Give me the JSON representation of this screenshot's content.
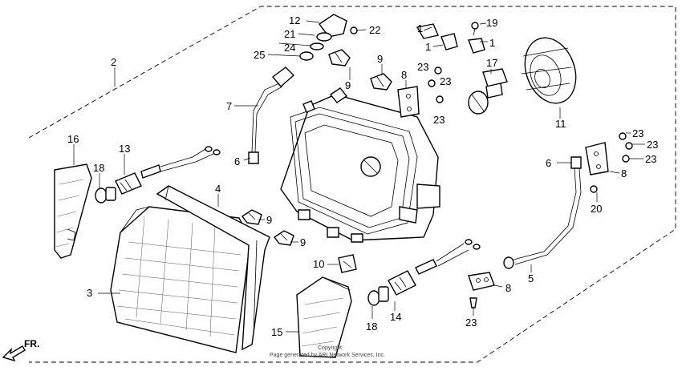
{
  "diagram": {
    "callouts": [
      {
        "id": "c1a",
        "text": "1"
      },
      {
        "id": "c1b",
        "text": "1"
      },
      {
        "id": "c1c",
        "text": "1"
      },
      {
        "id": "c2",
        "text": "2"
      },
      {
        "id": "c3",
        "text": "3"
      },
      {
        "id": "c4",
        "text": "4"
      },
      {
        "id": "c5",
        "text": "5"
      },
      {
        "id": "c6a",
        "text": "6"
      },
      {
        "id": "c6b",
        "text": "6"
      },
      {
        "id": "c7",
        "text": "7"
      },
      {
        "id": "c8a",
        "text": "8"
      },
      {
        "id": "c8b",
        "text": "8"
      },
      {
        "id": "c8c",
        "text": "8"
      },
      {
        "id": "c9a",
        "text": "9"
      },
      {
        "id": "c9b",
        "text": "9"
      },
      {
        "id": "c9c",
        "text": "9"
      },
      {
        "id": "c9d",
        "text": "9"
      },
      {
        "id": "c10",
        "text": "10"
      },
      {
        "id": "c11",
        "text": "11"
      },
      {
        "id": "c12",
        "text": "12"
      },
      {
        "id": "c13",
        "text": "13"
      },
      {
        "id": "c14",
        "text": "14"
      },
      {
        "id": "c15",
        "text": "15"
      },
      {
        "id": "c16",
        "text": "16"
      },
      {
        "id": "c17",
        "text": "17"
      },
      {
        "id": "c18a",
        "text": "18"
      },
      {
        "id": "c18b",
        "text": "18"
      },
      {
        "id": "c19",
        "text": "19"
      },
      {
        "id": "c20",
        "text": "20"
      },
      {
        "id": "c21",
        "text": "21"
      },
      {
        "id": "c22",
        "text": "22"
      },
      {
        "id": "c23a",
        "text": "23"
      },
      {
        "id": "c23b",
        "text": "23"
      },
      {
        "id": "c23c",
        "text": "23"
      },
      {
        "id": "c23d",
        "text": "23"
      },
      {
        "id": "c23e",
        "text": "23"
      },
      {
        "id": "c23f",
        "text": "23"
      },
      {
        "id": "c23g",
        "text": "23"
      },
      {
        "id": "c24",
        "text": "24"
      },
      {
        "id": "c25",
        "text": "25"
      }
    ],
    "direction_label": "FR.",
    "footer_line1": "Page generated by ARI Network Services, Inc.",
    "footer_line2": "Copyright"
  }
}
